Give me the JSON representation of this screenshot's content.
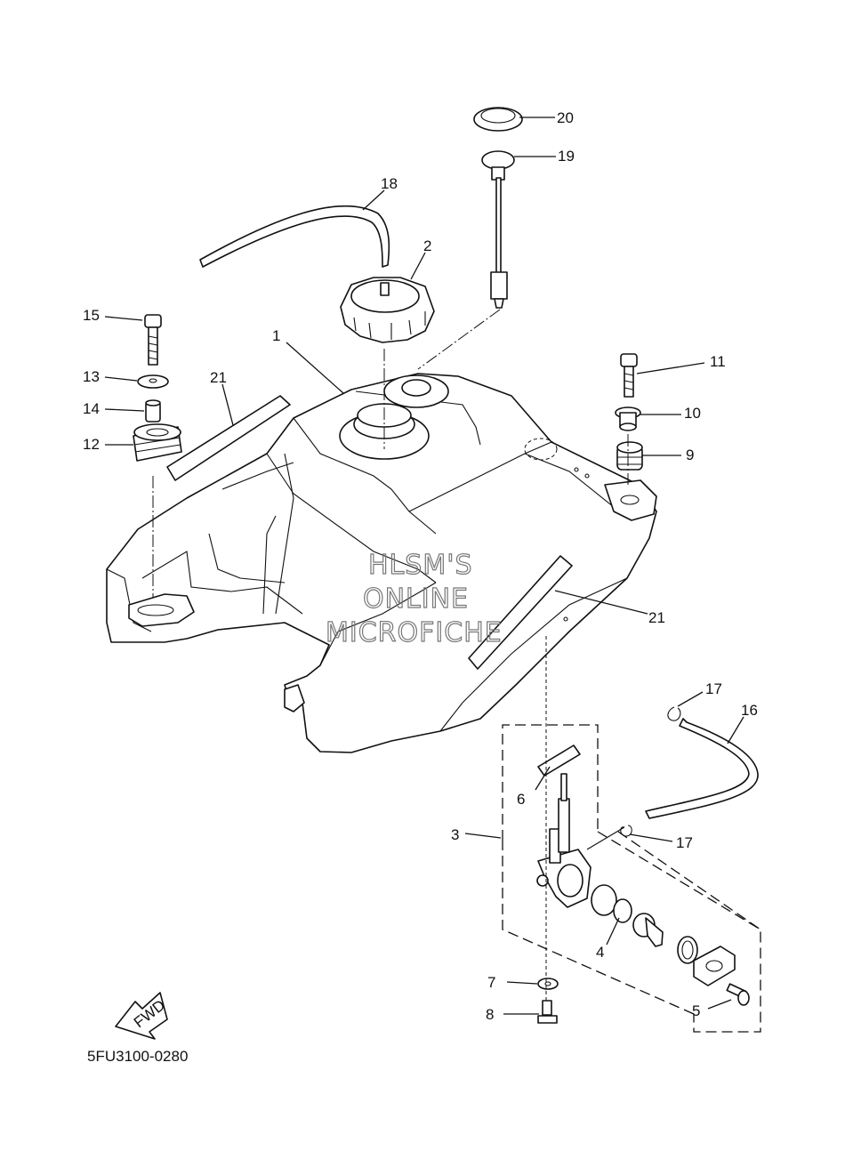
{
  "diagram": {
    "code": "5FU3100-0280",
    "fwd_label": "FWD",
    "watermark": [
      "HLSM'S",
      "ONLINE",
      "MICROFICHE"
    ],
    "callouts": {
      "c1": "1",
      "c2": "2",
      "c3": "3",
      "c4": "4",
      "c5": "5",
      "c6": "6",
      "c7": "7",
      "c8": "8",
      "c9": "9",
      "c10": "10",
      "c11": "11",
      "c12": "12",
      "c13": "13",
      "c14": "14",
      "c15": "15",
      "c16": "16",
      "c17a": "17",
      "c17b": "17",
      "c18": "18",
      "c19": "19",
      "c20": "20",
      "c21a": "21",
      "c21b": "21"
    }
  }
}
